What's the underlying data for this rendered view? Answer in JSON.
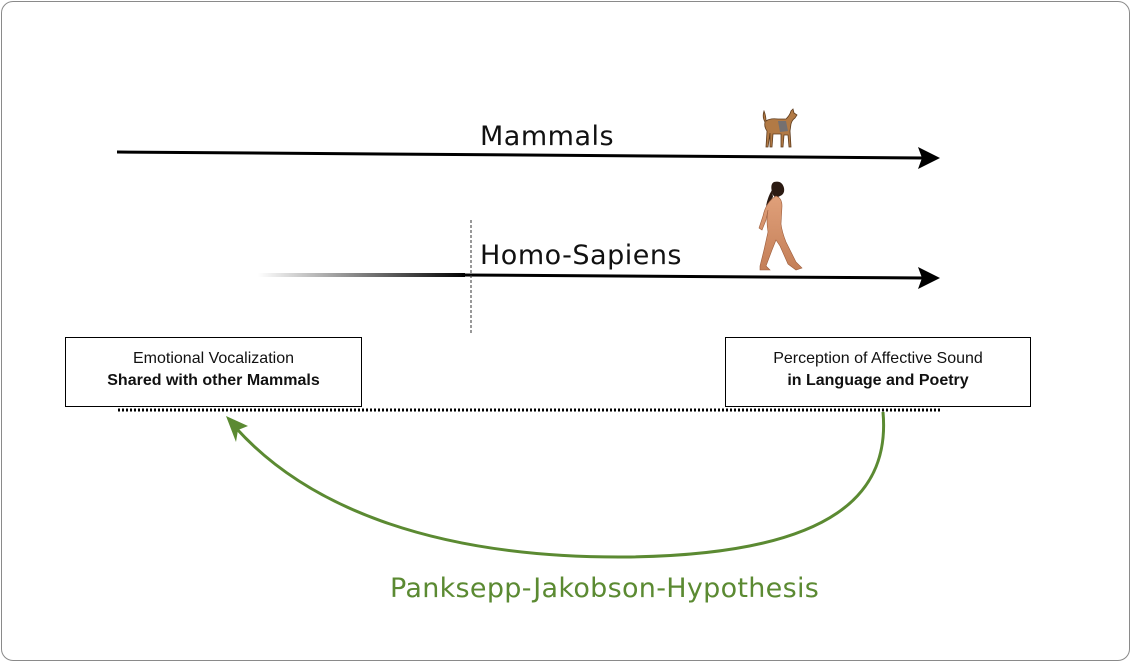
{
  "diagram": {
    "timeline_mammals": {
      "label": "Mammals",
      "icon": "dog-icon"
    },
    "timeline_homo": {
      "label": "Homo-Sapiens",
      "icon": "walking-human-icon"
    },
    "box_left": {
      "line1": "Emotional Vocalization",
      "line2": "Shared with other Mammals"
    },
    "box_right": {
      "line1": "Perception of Affective Sound",
      "line2": "in Language and Poetry"
    },
    "hypothesis": {
      "label": "Panksepp-Jakobson-Hypothesis",
      "color": "#5b8a32"
    }
  }
}
